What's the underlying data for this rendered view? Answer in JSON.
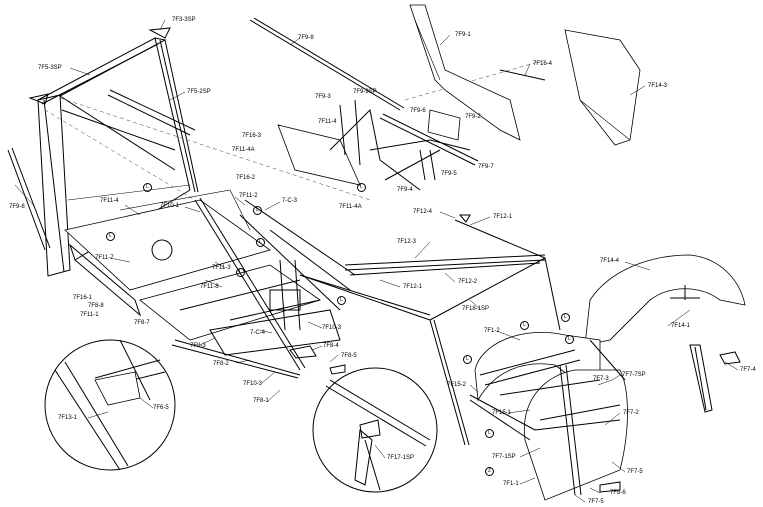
{
  "labels": [
    {
      "id": "7F3-3SP",
      "text": "7F3-3SP"
    },
    {
      "id": "7F5-3SP",
      "text": "7F5-3SP"
    },
    {
      "id": "7F5-2SP",
      "text": "7F5-2SP"
    },
    {
      "id": "7F9-8a",
      "text": "7F9-8"
    },
    {
      "id": "7F9-8b",
      "text": "7F9-8"
    },
    {
      "id": "7F9-1",
      "text": "7F9-1"
    },
    {
      "id": "7F16-4",
      "text": "7F16-4"
    },
    {
      "id": "7F14-3",
      "text": "7F14-3"
    },
    {
      "id": "7F9-3",
      "text": "7F9-3"
    },
    {
      "id": "7F9-9SP",
      "text": "7F9-9SP"
    },
    {
      "id": "7F11-4a",
      "text": "7F11-4"
    },
    {
      "id": "7F9-6",
      "text": "7F9-6"
    },
    {
      "id": "7F9-2",
      "text": "7F9-2"
    },
    {
      "id": "7F16-3",
      "text": "7F16-3"
    },
    {
      "id": "7F11-4A",
      "text": "7F11-4A"
    },
    {
      "id": "7F9-7",
      "text": "7F9-7"
    },
    {
      "id": "7F9-5",
      "text": "7F9-5"
    },
    {
      "id": "7F9-4",
      "text": "7F9-4"
    },
    {
      "id": "7F11-4Ab",
      "text": "7F11-4A"
    },
    {
      "id": "7F16-2",
      "text": "7F16-2"
    },
    {
      "id": "7F11-4b",
      "text": "7F11-4"
    },
    {
      "id": "7F10-1",
      "text": "7F10-1"
    },
    {
      "id": "7F11-2",
      "text": "7F11-2"
    },
    {
      "id": "7-C-3",
      "text": "7-C-3"
    },
    {
      "id": "7F12-4",
      "text": "7F12-4"
    },
    {
      "id": "7F12-1a",
      "text": "7F12-1"
    },
    {
      "id": "7F12-3",
      "text": "7F12-3"
    },
    {
      "id": "7F11-7",
      "text": "7F11-7"
    },
    {
      "id": "7F11-3",
      "text": "7F11-3"
    },
    {
      "id": "7F12-2",
      "text": "7F12-2"
    },
    {
      "id": "7F14-4",
      "text": "7F14-4"
    },
    {
      "id": "7F16-1",
      "text": "7F16-1"
    },
    {
      "id": "7F11-8",
      "text": "7F11-8"
    },
    {
      "id": "7F8-8",
      "text": "7F8-8"
    },
    {
      "id": "7F11-1",
      "text": "7F11-1"
    },
    {
      "id": "7F12-1b",
      "text": "7F12-1"
    },
    {
      "id": "7F18-1SP",
      "text": "7F18-1SP"
    },
    {
      "id": "7F8-7",
      "text": "7F8-7"
    },
    {
      "id": "7F10-3a",
      "text": "7F10-3"
    },
    {
      "id": "7F14-1",
      "text": "7F14-1"
    },
    {
      "id": "7-C-4",
      "text": "7-C-4"
    },
    {
      "id": "7F1-2",
      "text": "7F1-2"
    },
    {
      "id": "7F8-3",
      "text": "7F8-3"
    },
    {
      "id": "7F8-4",
      "text": "7F8-4"
    },
    {
      "id": "7F8-2",
      "text": "7F8-2"
    },
    {
      "id": "7F8-5",
      "text": "7F8-5"
    },
    {
      "id": "7F7-4",
      "text": "7F7-4"
    },
    {
      "id": "7F7-3",
      "text": "7F7-3"
    },
    {
      "id": "7F7-7SP",
      "text": "7F7-7SP"
    },
    {
      "id": "7F10-3b",
      "text": "7F10-3"
    },
    {
      "id": "7F15-2",
      "text": "7F15-2"
    },
    {
      "id": "7F8-1",
      "text": "7F8-1"
    },
    {
      "id": "7F6-5",
      "text": "7F6-5"
    },
    {
      "id": "7F15-1",
      "text": "7F15-1"
    },
    {
      "id": "7F7-2",
      "text": "7F7-2"
    },
    {
      "id": "7F13-1",
      "text": "7F13-1"
    },
    {
      "id": "7F17-1SP",
      "text": "7F17-1SP"
    },
    {
      "id": "7F7-1SP",
      "text": "7F7-1SP"
    },
    {
      "id": "7F7-5a",
      "text": "7F7-5"
    },
    {
      "id": "7F1-1",
      "text": "7F1-1"
    },
    {
      "id": "7F8-6",
      "text": "7F8-6"
    },
    {
      "id": "7F7-5b",
      "text": "7F7-5"
    }
  ],
  "callouts": [
    {
      "id": "c1",
      "text": "L"
    },
    {
      "id": "c2",
      "text": "L"
    },
    {
      "id": "c3",
      "text": "L"
    },
    {
      "id": "c4",
      "text": "L"
    },
    {
      "id": "c5",
      "text": "L"
    },
    {
      "id": "c6",
      "text": "L"
    },
    {
      "id": "c7",
      "text": "L"
    },
    {
      "id": "c8",
      "text": "L"
    },
    {
      "id": "c9",
      "text": "L"
    },
    {
      "id": "c10",
      "text": "L"
    },
    {
      "id": "c11",
      "text": "L"
    },
    {
      "id": "c12",
      "text": "L"
    },
    {
      "id": "c13",
      "text": "Z"
    }
  ]
}
